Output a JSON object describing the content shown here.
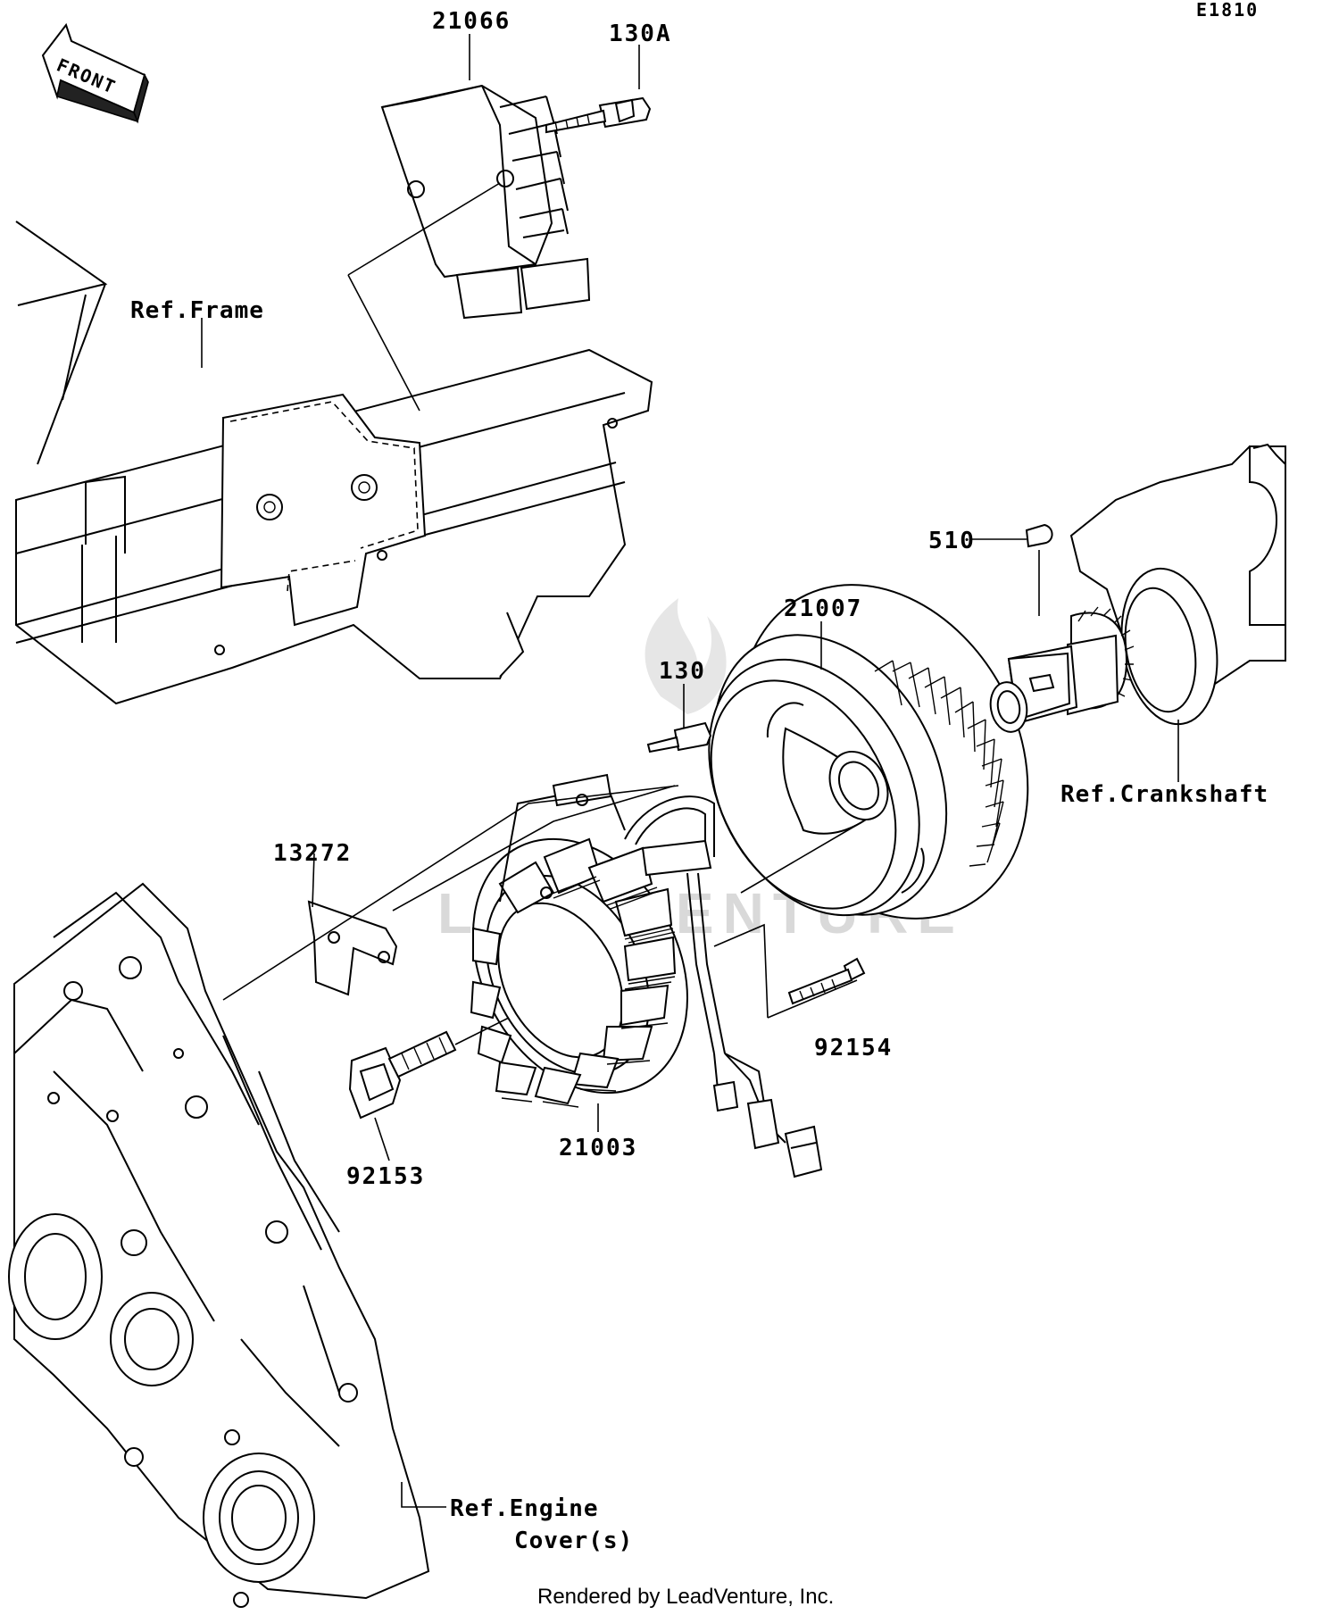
{
  "diagram": {
    "code": "E1810",
    "front_label": "FRONT",
    "watermark": "LEADVENTURE",
    "credit": "Rendered by LeadVenture, Inc.",
    "parts": [
      {
        "id": "p21066",
        "number": "21066"
      },
      {
        "id": "p130A",
        "number": "130A"
      },
      {
        "id": "p510",
        "number": "510"
      },
      {
        "id": "p21007",
        "number": "21007"
      },
      {
        "id": "p130",
        "number": "130"
      },
      {
        "id": "p13272",
        "number": "13272"
      },
      {
        "id": "p92154",
        "number": "92154"
      },
      {
        "id": "p21003",
        "number": "21003"
      },
      {
        "id": "p92153",
        "number": "92153"
      }
    ],
    "references": {
      "frame": "Ref.Frame",
      "crankshaft": "Ref.Crankshaft",
      "engine_cover_line1": "Ref.Engine",
      "engine_cover_line2": "Cover(s)"
    }
  }
}
